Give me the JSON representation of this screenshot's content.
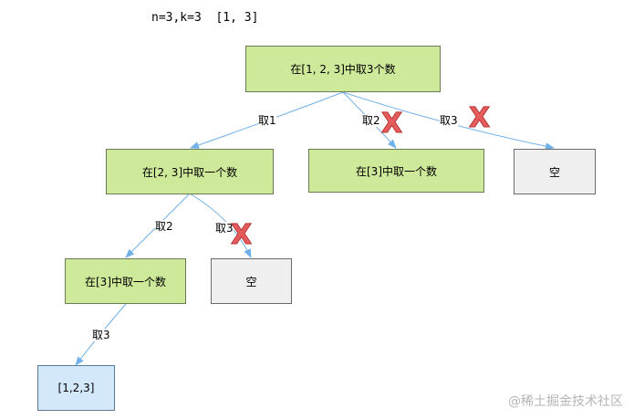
{
  "diagram": {
    "title": "n=3,k=3  [1, 3]",
    "nodes": {
      "root": "在[1, 2, 3]中取3个数",
      "pick1": "在[2, 3]中取一个数",
      "pick2": "在[3]中取一个数",
      "pick3": "空",
      "pick1_2": "在[3]中取一个数",
      "pick1_3": "空",
      "leaf": "[1,2,3]"
    },
    "edges": {
      "root_pick1": "取1",
      "root_pick2": "取2",
      "root_pick3": "取3",
      "pick1_pick2": "取2",
      "pick1_pick3": "取3",
      "pick12_leaf": "取3"
    },
    "pruned_mark": "X",
    "colors": {
      "node_fill": "#cfe99a",
      "empty_fill": "#efefef",
      "leaf_fill": "#d4e8fc",
      "edge": "#6fb0e8",
      "prune": "#e55c5c"
    }
  },
  "watermark": "@稀土掘金技术社区"
}
